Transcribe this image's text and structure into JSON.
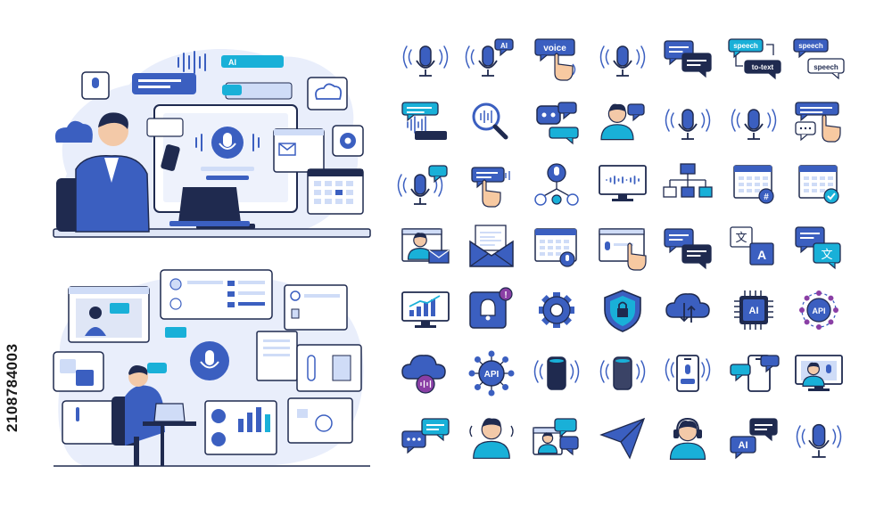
{
  "stock_id": "2108784003",
  "colors": {
    "navy": "#1f2a4f",
    "blue": "#3b5fc0",
    "light_blue": "#cfdcf7",
    "pale": "#e9eefb",
    "cyan": "#19b0d8",
    "white": "#ffffff"
  },
  "scene_top": {
    "ai_bubble_label": "AI"
  },
  "icons": [
    {
      "name": "microphone-waves-icon",
      "label": ""
    },
    {
      "name": "microphone-ai-icon",
      "label": "AI"
    },
    {
      "name": "voice-tap-icon",
      "label": "voice"
    },
    {
      "name": "microphone-sound-icon",
      "label": ""
    },
    {
      "name": "chat-bubbles-icon",
      "label": ""
    },
    {
      "name": "speech-to-text-icon",
      "label": "speech",
      "label2": "to-text"
    },
    {
      "name": "speech-bubbles-icon",
      "label": "speech",
      "label2": "speech"
    },
    {
      "name": "text-to-speech-wave-icon",
      "label": ""
    },
    {
      "name": "voice-search-icon",
      "label": ""
    },
    {
      "name": "chatbot-icon",
      "label": ""
    },
    {
      "name": "user-chat-icon",
      "label": ""
    },
    {
      "name": "microphone-icon",
      "label": ""
    },
    {
      "name": "microphone-alt-icon",
      "label": ""
    },
    {
      "name": "chat-tap-icon",
      "label": ""
    },
    {
      "name": "microphone-chat-icon",
      "label": ""
    },
    {
      "name": "chat-cursor-icon",
      "label": ""
    },
    {
      "name": "voice-network-icon",
      "label": ""
    },
    {
      "name": "monitor-waveform-icon",
      "label": ""
    },
    {
      "name": "hierarchy-icon",
      "label": ""
    },
    {
      "name": "calendar-hash-icon",
      "label": ""
    },
    {
      "name": "calendar-check-icon",
      "label": ""
    },
    {
      "name": "video-message-icon",
      "label": ""
    },
    {
      "name": "email-envelope-icon",
      "label": ""
    },
    {
      "name": "browser-mic-icon",
      "label": ""
    },
    {
      "name": "browser-voice-click-icon",
      "label": ""
    },
    {
      "name": "conversation-icon",
      "label": ""
    },
    {
      "name": "translate-icon",
      "label": "A"
    },
    {
      "name": "translate-chat-icon",
      "label": "文"
    },
    {
      "name": "monitor-chart-icon",
      "label": ""
    },
    {
      "name": "notification-bell-icon",
      "label": ""
    },
    {
      "name": "settings-gear-icon",
      "label": ""
    },
    {
      "name": "security-shield-icon",
      "label": ""
    },
    {
      "name": "cloud-sync-icon",
      "label": ""
    },
    {
      "name": "ai-chip-icon",
      "label": "AI"
    },
    {
      "name": "api-network-icon",
      "label": "API"
    },
    {
      "name": "cloud-audio-icon",
      "label": ""
    },
    {
      "name": "api-hub-icon",
      "label": "API"
    },
    {
      "name": "smart-speaker-icon",
      "label": ""
    },
    {
      "name": "smart-speaker-alt-icon",
      "label": ""
    },
    {
      "name": "phone-mic-icon",
      "label": ""
    },
    {
      "name": "phone-chat-icon",
      "label": ""
    },
    {
      "name": "video-call-mic-icon",
      "label": ""
    },
    {
      "name": "chat-typing-icon",
      "label": ""
    },
    {
      "name": "user-avatar-icon",
      "label": ""
    },
    {
      "name": "profile-chat-icon",
      "label": ""
    },
    {
      "name": "send-arrow-icon",
      "label": ""
    },
    {
      "name": "headset-support-icon",
      "label": ""
    },
    {
      "name": "ai-chat-icon",
      "label": "AI"
    },
    {
      "name": "podcast-mic-icon",
      "label": ""
    }
  ]
}
